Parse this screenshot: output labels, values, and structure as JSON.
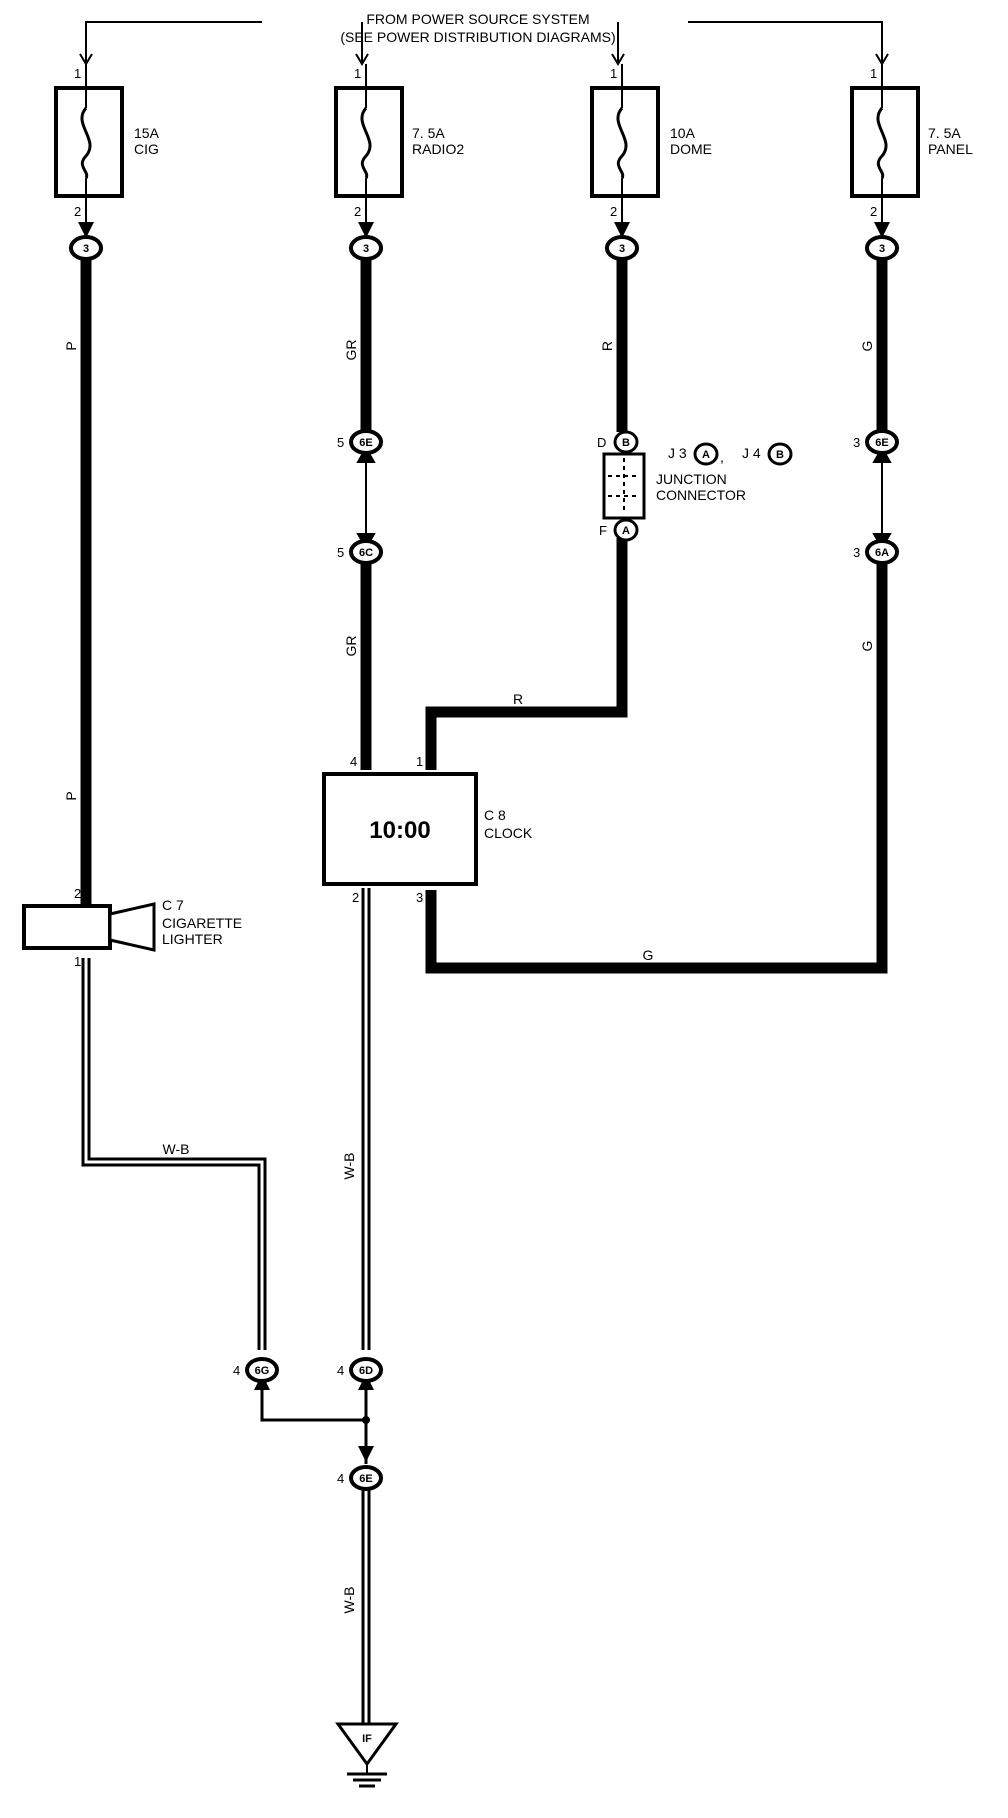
{
  "header": {
    "line1": "FROM POWER SOURCE SYSTEM",
    "line2": "(SEE POWER DISTRIBUTION DIAGRAMS)"
  },
  "fuses": [
    {
      "rating": "15A",
      "name": "CIG",
      "pin_in": "1",
      "pin_out": "2",
      "connector": "3"
    },
    {
      "rating": "7. 5A",
      "name": "RADIO2",
      "pin_in": "1",
      "pin_out": "2",
      "connector": "3"
    },
    {
      "rating": "10A",
      "name": "DOME",
      "pin_in": "1",
      "pin_out": "2",
      "connector": "3"
    },
    {
      "rating": "7. 5A",
      "name": "PANEL",
      "pin_in": "1",
      "pin_out": "2",
      "connector": "3"
    }
  ],
  "wires": {
    "p1": "P",
    "p2": "P",
    "gr1": "GR",
    "gr2": "GR",
    "r1": "R",
    "r2": "R",
    "g1": "G",
    "g2": "G",
    "g3": "G",
    "wb1": "W-B",
    "wb2": "W-B",
    "wb3": "W-B"
  },
  "connectors": {
    "c6e_top": {
      "id": "6E",
      "pin": "5"
    },
    "c6c": {
      "id": "6C",
      "pin": "5"
    },
    "c6e_panel": {
      "id": "6E",
      "pin": "3"
    },
    "c6a": {
      "id": "6A",
      "pin": "3"
    },
    "c6g": {
      "id": "6G",
      "pin": "4"
    },
    "c6d": {
      "id": "6D",
      "pin": "4"
    },
    "c6e_bottom": {
      "id": "6E",
      "pin": "4"
    }
  },
  "junction": {
    "pin_top": "D",
    "tag_top": "B",
    "pin_bottom": "F",
    "tag_bottom": "A",
    "j3_label": "J 3",
    "j3_tag": "A",
    "separator": ",",
    "j4_label": "J 4",
    "j4_tag": "B",
    "name_line1": "JUNCTION",
    "name_line2": "CONNECTOR"
  },
  "clock": {
    "display": "10:00",
    "code": "C 8",
    "name": "CLOCK",
    "pin_gr": "4",
    "pin_r": "1",
    "pin_wb": "2",
    "pin_g": "3"
  },
  "lighter": {
    "code": "C 7",
    "name_line1": "CIGARETTE",
    "name_line2": "LIGHTER",
    "pin_top": "2",
    "pin_bottom": "1"
  },
  "ground": {
    "label": "IF"
  }
}
